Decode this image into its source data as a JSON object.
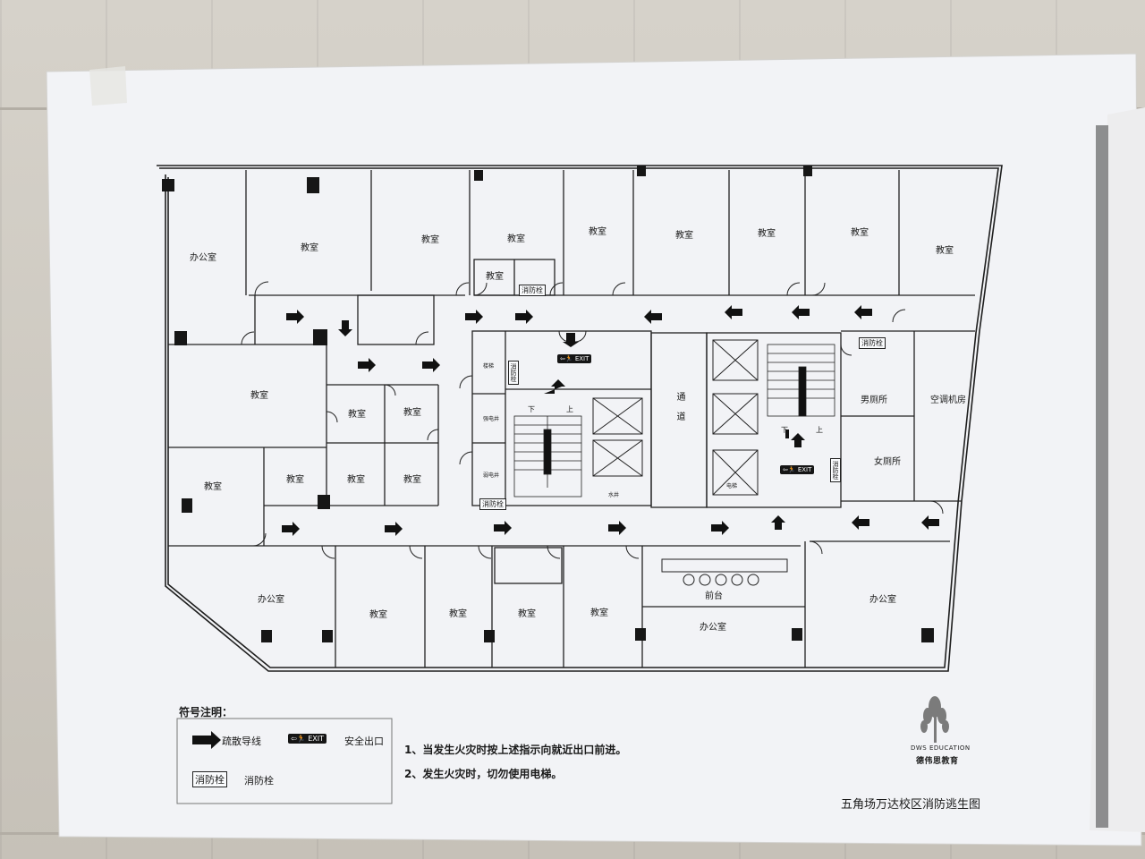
{
  "plan": {
    "rooms": [
      {
        "id": "office-nw",
        "label": "办公室"
      },
      {
        "id": "class-1",
        "label": "教室"
      },
      {
        "id": "class-2",
        "label": "教室"
      },
      {
        "id": "class-3",
        "label": "教室"
      },
      {
        "id": "class-small",
        "label": "教室"
      },
      {
        "id": "class-4",
        "label": "教室"
      },
      {
        "id": "class-5",
        "label": "教室"
      },
      {
        "id": "class-6",
        "label": "教室"
      },
      {
        "id": "class-7",
        "label": "教室"
      },
      {
        "id": "class-8",
        "label": "教室"
      },
      {
        "id": "class-w1",
        "label": "教室"
      },
      {
        "id": "class-w2",
        "label": "教室"
      },
      {
        "id": "class-w3",
        "label": "教室"
      },
      {
        "id": "class-w4",
        "label": "教室"
      },
      {
        "id": "class-w5",
        "label": "教室"
      },
      {
        "id": "class-w6",
        "label": "教室"
      },
      {
        "id": "class-w7",
        "label": "教室"
      },
      {
        "id": "office-sw",
        "label": "办公室"
      },
      {
        "id": "class-s1",
        "label": "教室"
      },
      {
        "id": "class-s2",
        "label": "教室"
      },
      {
        "id": "class-s3",
        "label": "教室"
      },
      {
        "id": "class-s4",
        "label": "教室"
      },
      {
        "id": "office-s",
        "label": "办公室"
      },
      {
        "id": "office-se",
        "label": "办公室"
      },
      {
        "id": "reception",
        "label": "前台"
      },
      {
        "id": "mens-wc",
        "label": "男厕所"
      },
      {
        "id": "womens-wc",
        "label": "女厕所"
      },
      {
        "id": "ac-room",
        "label": "空调机房"
      },
      {
        "id": "passage",
        "label": "通道"
      }
    ],
    "hydrant_label": "消防栓",
    "core_labels": [
      "楼梯",
      "强电井",
      "弱电井",
      "水井",
      "电梯",
      "下",
      "上"
    ],
    "exit_sign_text": "EXIT"
  },
  "legend": {
    "title": "符号注明：",
    "route_label": "疏散导线",
    "exit_label": "安全出口",
    "hydrant_box": "消防栓",
    "hydrant_label": "消防栓"
  },
  "notes": [
    "1、当发生火灾时按上述指示向就近出口前进。",
    "2、发生火灾时，切勿使用电梯。"
  ],
  "logo": {
    "name_en": "DWS EDUCATION",
    "name_cn": "德伟思教育"
  },
  "title": "五角场万达校区消防逃生图",
  "colors": {
    "paper": "#f3f4f7",
    "ink": "#1b1b1b",
    "wall": "#cac5bc"
  }
}
